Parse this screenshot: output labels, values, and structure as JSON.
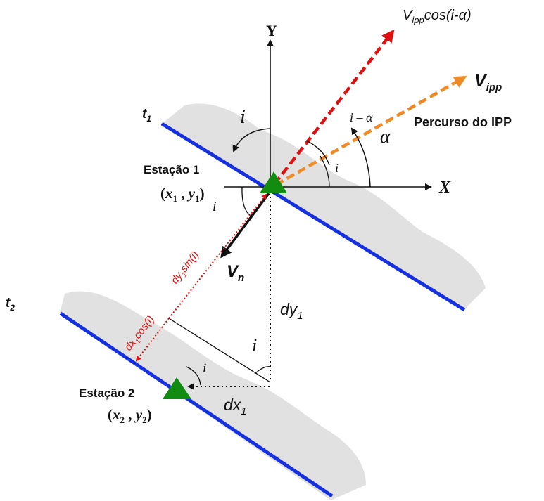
{
  "axes": {
    "y_label": "Y",
    "x_label": "X"
  },
  "time_labels": {
    "t1": {
      "base": "t",
      "sub": "1"
    },
    "t2": {
      "base": "t",
      "sub": "2"
    }
  },
  "stations": {
    "station1": {
      "name": "Estação 1",
      "coord": {
        "open": "(",
        "x": "x",
        "x_sub": "1",
        "sep": " , ",
        "y": "y",
        "y_sub": "1",
        "close": ")"
      }
    },
    "station2": {
      "name": "Estação 2",
      "coord": {
        "open": "(",
        "x": "x",
        "x_sub": "2",
        "sep": " , ",
        "y": "y",
        "y_sub": "2",
        "close": ")"
      }
    }
  },
  "vectors": {
    "vipp_cos": {
      "pre": "V",
      "sub": "ipp",
      "post": "cos(i-α)"
    },
    "vipp": {
      "base": "V",
      "sub": "ipp"
    },
    "vn": {
      "base": "V",
      "sub": "n"
    }
  },
  "labels": {
    "ipp_path": "Percurso do IPP",
    "alpha": "α",
    "i_minus_alpha": "i – α",
    "i": "i"
  },
  "distances": {
    "dy_sin": {
      "pre": "dy",
      "sub": "1",
      "post": "sin(i)"
    },
    "dx_cos": {
      "pre": "dx",
      "sub": "1",
      "post": "cos(i)"
    },
    "dy1": {
      "base": "dy",
      "sub": "1"
    },
    "dx1": {
      "base": "dx",
      "sub": "1"
    }
  },
  "colors": {
    "front_line": "#1530e0",
    "red_vector": "#e01010",
    "orange_vector": "#f08a24",
    "station_marker": "#118c11",
    "shadow": "#d9d9d9"
  }
}
